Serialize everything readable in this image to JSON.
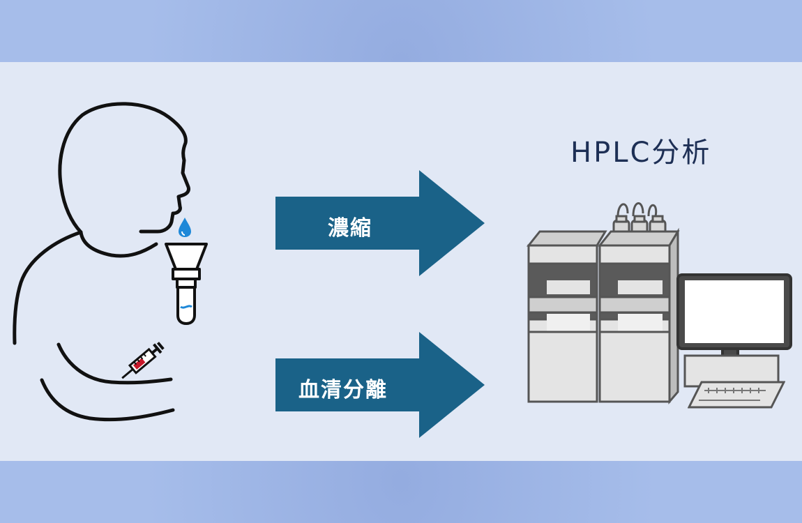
{
  "diagram": {
    "title": "HPLC分析",
    "arrows": [
      {
        "label": "濃縮"
      },
      {
        "label": "血清分離"
      }
    ],
    "colors": {
      "band_background": "#a6bdea",
      "panel_background": "#e1e8f5",
      "arrow_fill": "#1a6288",
      "title_text": "#1d2f55",
      "drop_blue": "#1e88d8",
      "syringe_red": "#c8182a"
    },
    "icons": [
      "person-outline-icon",
      "water-drop-icon",
      "funnel-tube-icon",
      "syringe-icon",
      "hplc-instrument-icon",
      "monitor-icon",
      "keyboard-icon"
    ]
  }
}
